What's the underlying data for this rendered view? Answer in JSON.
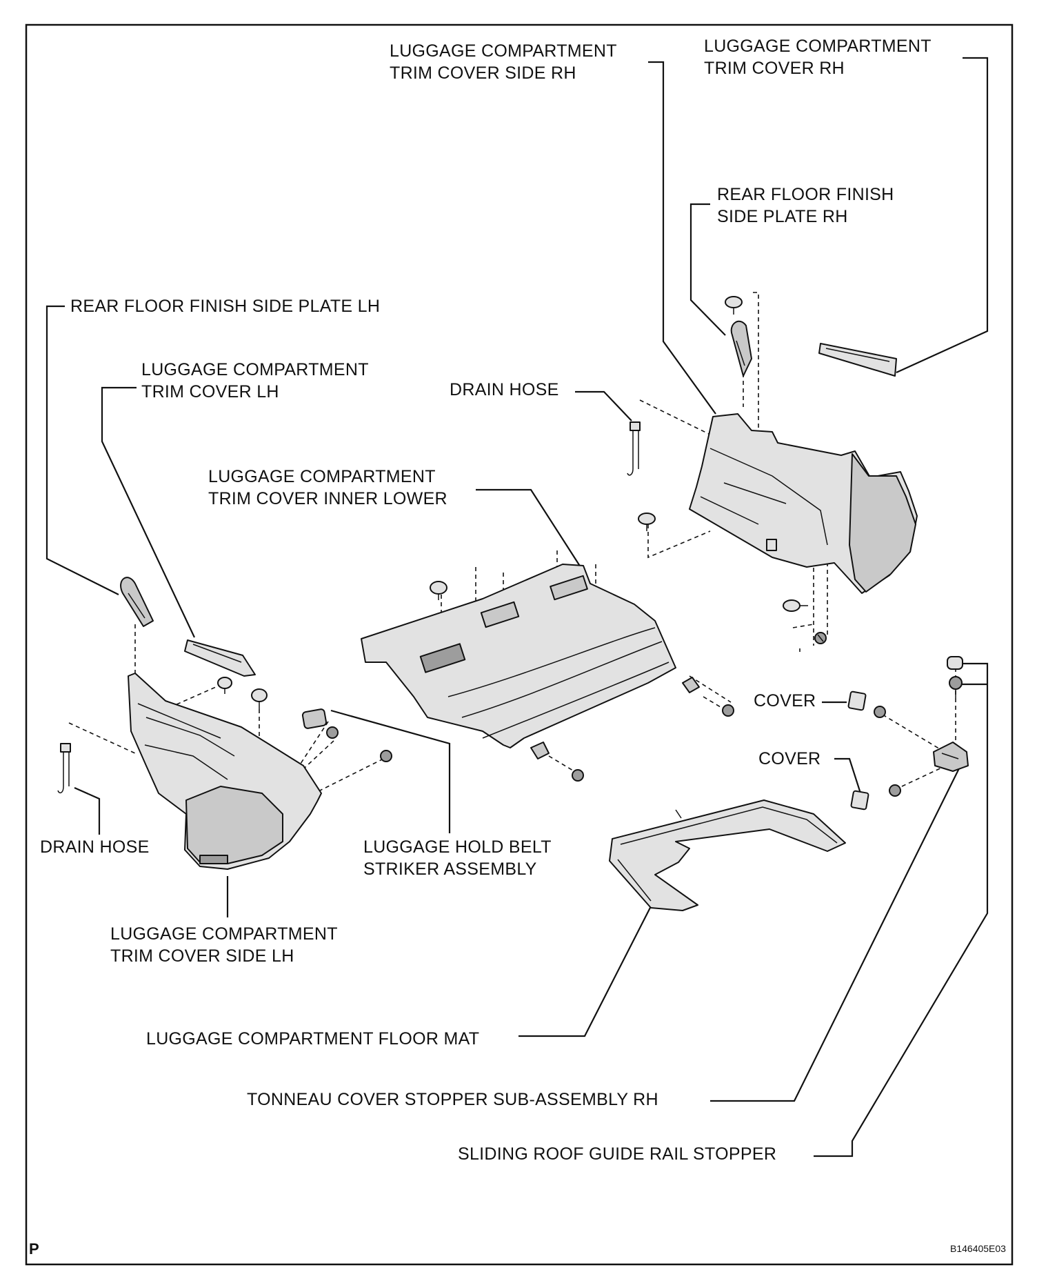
{
  "diagram": {
    "corner_letter": "P",
    "figure_code": "B146405E03"
  },
  "labels": {
    "trim_side_rh": [
      "LUGGAGE COMPARTMENT",
      "TRIM COVER SIDE RH"
    ],
    "trim_cover_rh": [
      "LUGGAGE COMPARTMENT",
      "TRIM COVER RH"
    ],
    "floor_plate_rh": [
      "REAR FLOOR FINISH",
      "SIDE PLATE RH"
    ],
    "floor_plate_lh": "REAR FLOOR FINISH SIDE PLATE LH",
    "trim_cover_lh": [
      "LUGGAGE COMPARTMENT",
      "TRIM COVER LH"
    ],
    "drain_hose_rh": "DRAIN HOSE",
    "inner_lower": [
      "LUGGAGE COMPARTMENT",
      "TRIM COVER INNER LOWER"
    ],
    "cover_1": "COVER",
    "cover_2": "COVER",
    "drain_hose_lh": "DRAIN HOSE",
    "hold_belt": [
      "LUGGAGE HOLD BELT",
      "STRIKER ASSEMBLY"
    ],
    "trim_side_lh": [
      "LUGGAGE COMPARTMENT",
      "TRIM COVER SIDE LH"
    ],
    "floor_mat": "LUGGAGE COMPARTMENT FLOOR MAT",
    "tonneau_stopper": "TONNEAU COVER STOPPER SUB-ASSEMBLY RH",
    "guide_rail_stopper": "SLIDING ROOF GUIDE RAIL STOPPER"
  }
}
